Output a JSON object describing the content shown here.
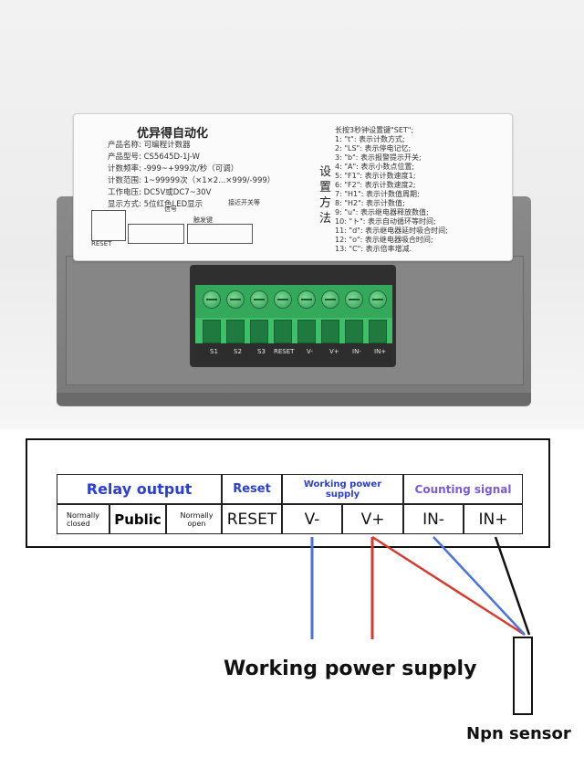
{
  "label": {
    "title": "优异得自动化",
    "specs": [
      "产品名称: 可编程计数器",
      "产品型号: CS5645D-1J-W",
      "计数频率: -999~+999次/秒（可调）",
      "计数范围: 1~99999次（×1×2...×999/-999）",
      "工作电压: DC5V或DC7~30V",
      "显示方式: 5位红色LED显示"
    ],
    "setup_title": "设置方法",
    "menu": [
      "长按3秒钟设置键\"SET\";",
      "1: \"t\": 表示计数方式;",
      "2: \"LS\": 表示停电记忆;",
      "3: \"b\": 表示报警提示开关;",
      "4: \"A\": 表示小数点位置;",
      "5: \"F1\": 表示计数速度1;",
      "6: \"F2\": 表示计数速度2;",
      "7: \"H1\": 表示计数值周期;",
      "8: \"H2\": 表示计数值;",
      "9: \"u\": 表示继电器释放数值;",
      "10: \"ト\": 表示自动循环等时间;",
      "11: \"d\": 表示继电器延时吸合时间;",
      "12: \"o\": 表示继电器吸合时间;",
      "13: \"C\": 表示倍率增减."
    ],
    "schematic": {
      "signal": "信号",
      "trigger_key": "触发键",
      "proximity_switch": "接近开关等",
      "reset": "RESET"
    }
  },
  "terminals_pcb": [
    "S1",
    "S2",
    "S3",
    "RESET",
    "V-",
    "V+",
    "IN-",
    "IN+"
  ],
  "diagram": {
    "groups": {
      "relay_output": "Relay output",
      "reset": "Reset",
      "working_power_supply": "Working power supply",
      "counting_signal": "Counting signal"
    },
    "terminals": {
      "normally_closed": "Normally closed",
      "public": "Public",
      "normally_open": "Normally open",
      "reset": "RESET",
      "v_minus": "V-",
      "v_plus": "V+",
      "in_minus": "IN-",
      "in_plus": "IN+"
    }
  },
  "captions": {
    "power": "Working power supply",
    "sensor": "Npn sensor"
  },
  "colors": {
    "negative_wire": "#4a72e0",
    "positive_wire": "#d83a2e",
    "signal_wire": "#111111",
    "header_blue": "#2b3fd6",
    "header_purple": "#7a5bd6",
    "terminal_green": "#3fbf6a"
  }
}
